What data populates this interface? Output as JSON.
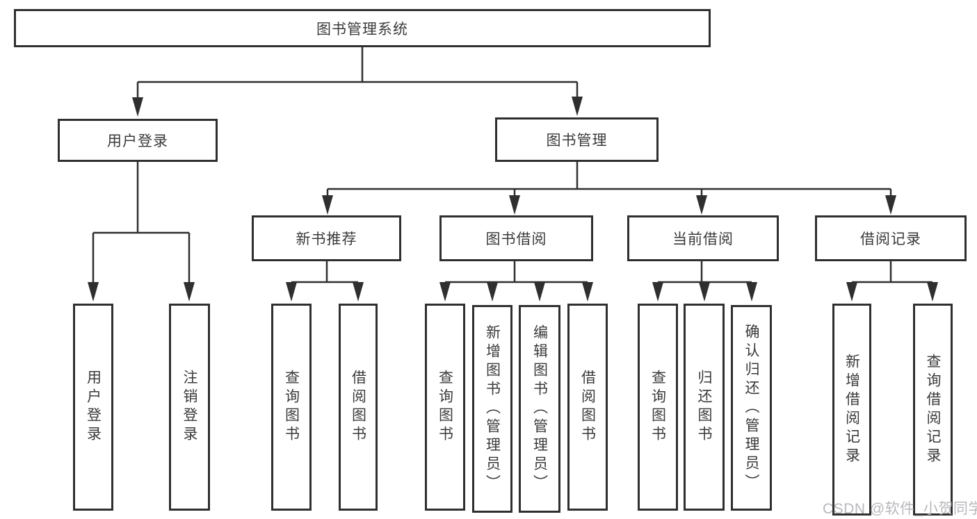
{
  "diagram": {
    "title": "图书管理系统",
    "type": "hierarchy-tree",
    "colors": {
      "line": "#2f2f2f",
      "box_border": "#2f2f2f",
      "box_bg": "#ffffff",
      "text": "#3a3a3a",
      "watermark": "#b3b3b8"
    },
    "nodes": [
      {
        "id": "root",
        "label": "图书管理系统",
        "parent": null
      },
      {
        "id": "user_login",
        "label": "用户登录",
        "parent": "root"
      },
      {
        "id": "book_mgmt",
        "label": "图书管理",
        "parent": "root"
      },
      {
        "id": "leaf_user_login",
        "label": "用户登录",
        "parent": "user_login"
      },
      {
        "id": "leaf_logout",
        "label": "注销登录",
        "parent": "user_login"
      },
      {
        "id": "new_book_rec",
        "label": "新书推荐",
        "parent": "book_mgmt"
      },
      {
        "id": "book_borrow",
        "label": "图书借阅",
        "parent": "book_mgmt"
      },
      {
        "id": "current_borrow",
        "label": "当前借阅",
        "parent": "book_mgmt"
      },
      {
        "id": "borrow_record",
        "label": "借阅记录",
        "parent": "book_mgmt"
      },
      {
        "id": "nb_query",
        "label": "查询图书",
        "parent": "new_book_rec"
      },
      {
        "id": "nb_borrow",
        "label": "借阅图书",
        "parent": "new_book_rec"
      },
      {
        "id": "bb_query",
        "label": "查询图书",
        "parent": "book_borrow"
      },
      {
        "id": "bb_add_admin",
        "label": "新增图书（管理员）",
        "parent": "book_borrow"
      },
      {
        "id": "bb_edit_admin",
        "label": "编辑图书（管理员）",
        "parent": "book_borrow"
      },
      {
        "id": "bb_borrow",
        "label": "借阅图书",
        "parent": "book_borrow"
      },
      {
        "id": "cb_query",
        "label": "查询图书",
        "parent": "current_borrow"
      },
      {
        "id": "cb_return",
        "label": "归还图书",
        "parent": "current_borrow"
      },
      {
        "id": "cb_confirm",
        "label": "确认归还（管理员）",
        "parent": "current_borrow"
      },
      {
        "id": "rec_add",
        "label": "新增借阅记录",
        "parent": "borrow_record"
      },
      {
        "id": "rec_query",
        "label": "查询借阅记录",
        "parent": "borrow_record"
      }
    ],
    "watermark": "CSDN @软件_小贺同学"
  }
}
